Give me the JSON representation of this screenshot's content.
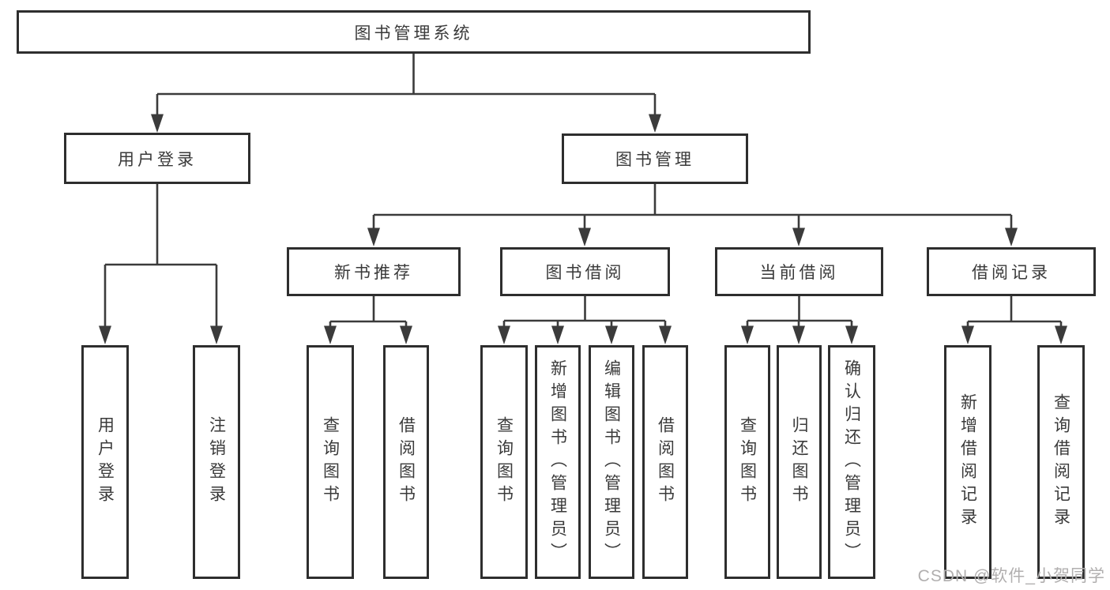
{
  "tree": {
    "label": "图书管理系统",
    "children": [
      {
        "label": "用户登录",
        "children": [
          {
            "label": "用户登录"
          },
          {
            "label": "注销登录"
          }
        ]
      },
      {
        "label": "图书管理",
        "children": [
          {
            "label": "新书推荐",
            "children": [
              {
                "label": "查询图书"
              },
              {
                "label": "借阅图书"
              }
            ]
          },
          {
            "label": "图书借阅",
            "children": [
              {
                "label": "查询图书"
              },
              {
                "label": "新增图书（管理员）"
              },
              {
                "label": "编辑图书（管理员）"
              },
              {
                "label": "借阅图书"
              }
            ]
          },
          {
            "label": "当前借阅",
            "children": [
              {
                "label": "查询图书"
              },
              {
                "label": "归还图书"
              },
              {
                "label": "确认归还（管理员）"
              }
            ]
          },
          {
            "label": "借阅记录",
            "children": [
              {
                "label": "新增借阅记录"
              },
              {
                "label": "查询借阅记录"
              }
            ]
          }
        ]
      }
    ]
  },
  "watermark": "CSDN @软件_小贺同学",
  "colors": {
    "line": "#3b3b3b",
    "border": "#2e2e2e",
    "text": "#3a3a3a",
    "watermark": "#b1afaf",
    "background": "#ffffff"
  }
}
